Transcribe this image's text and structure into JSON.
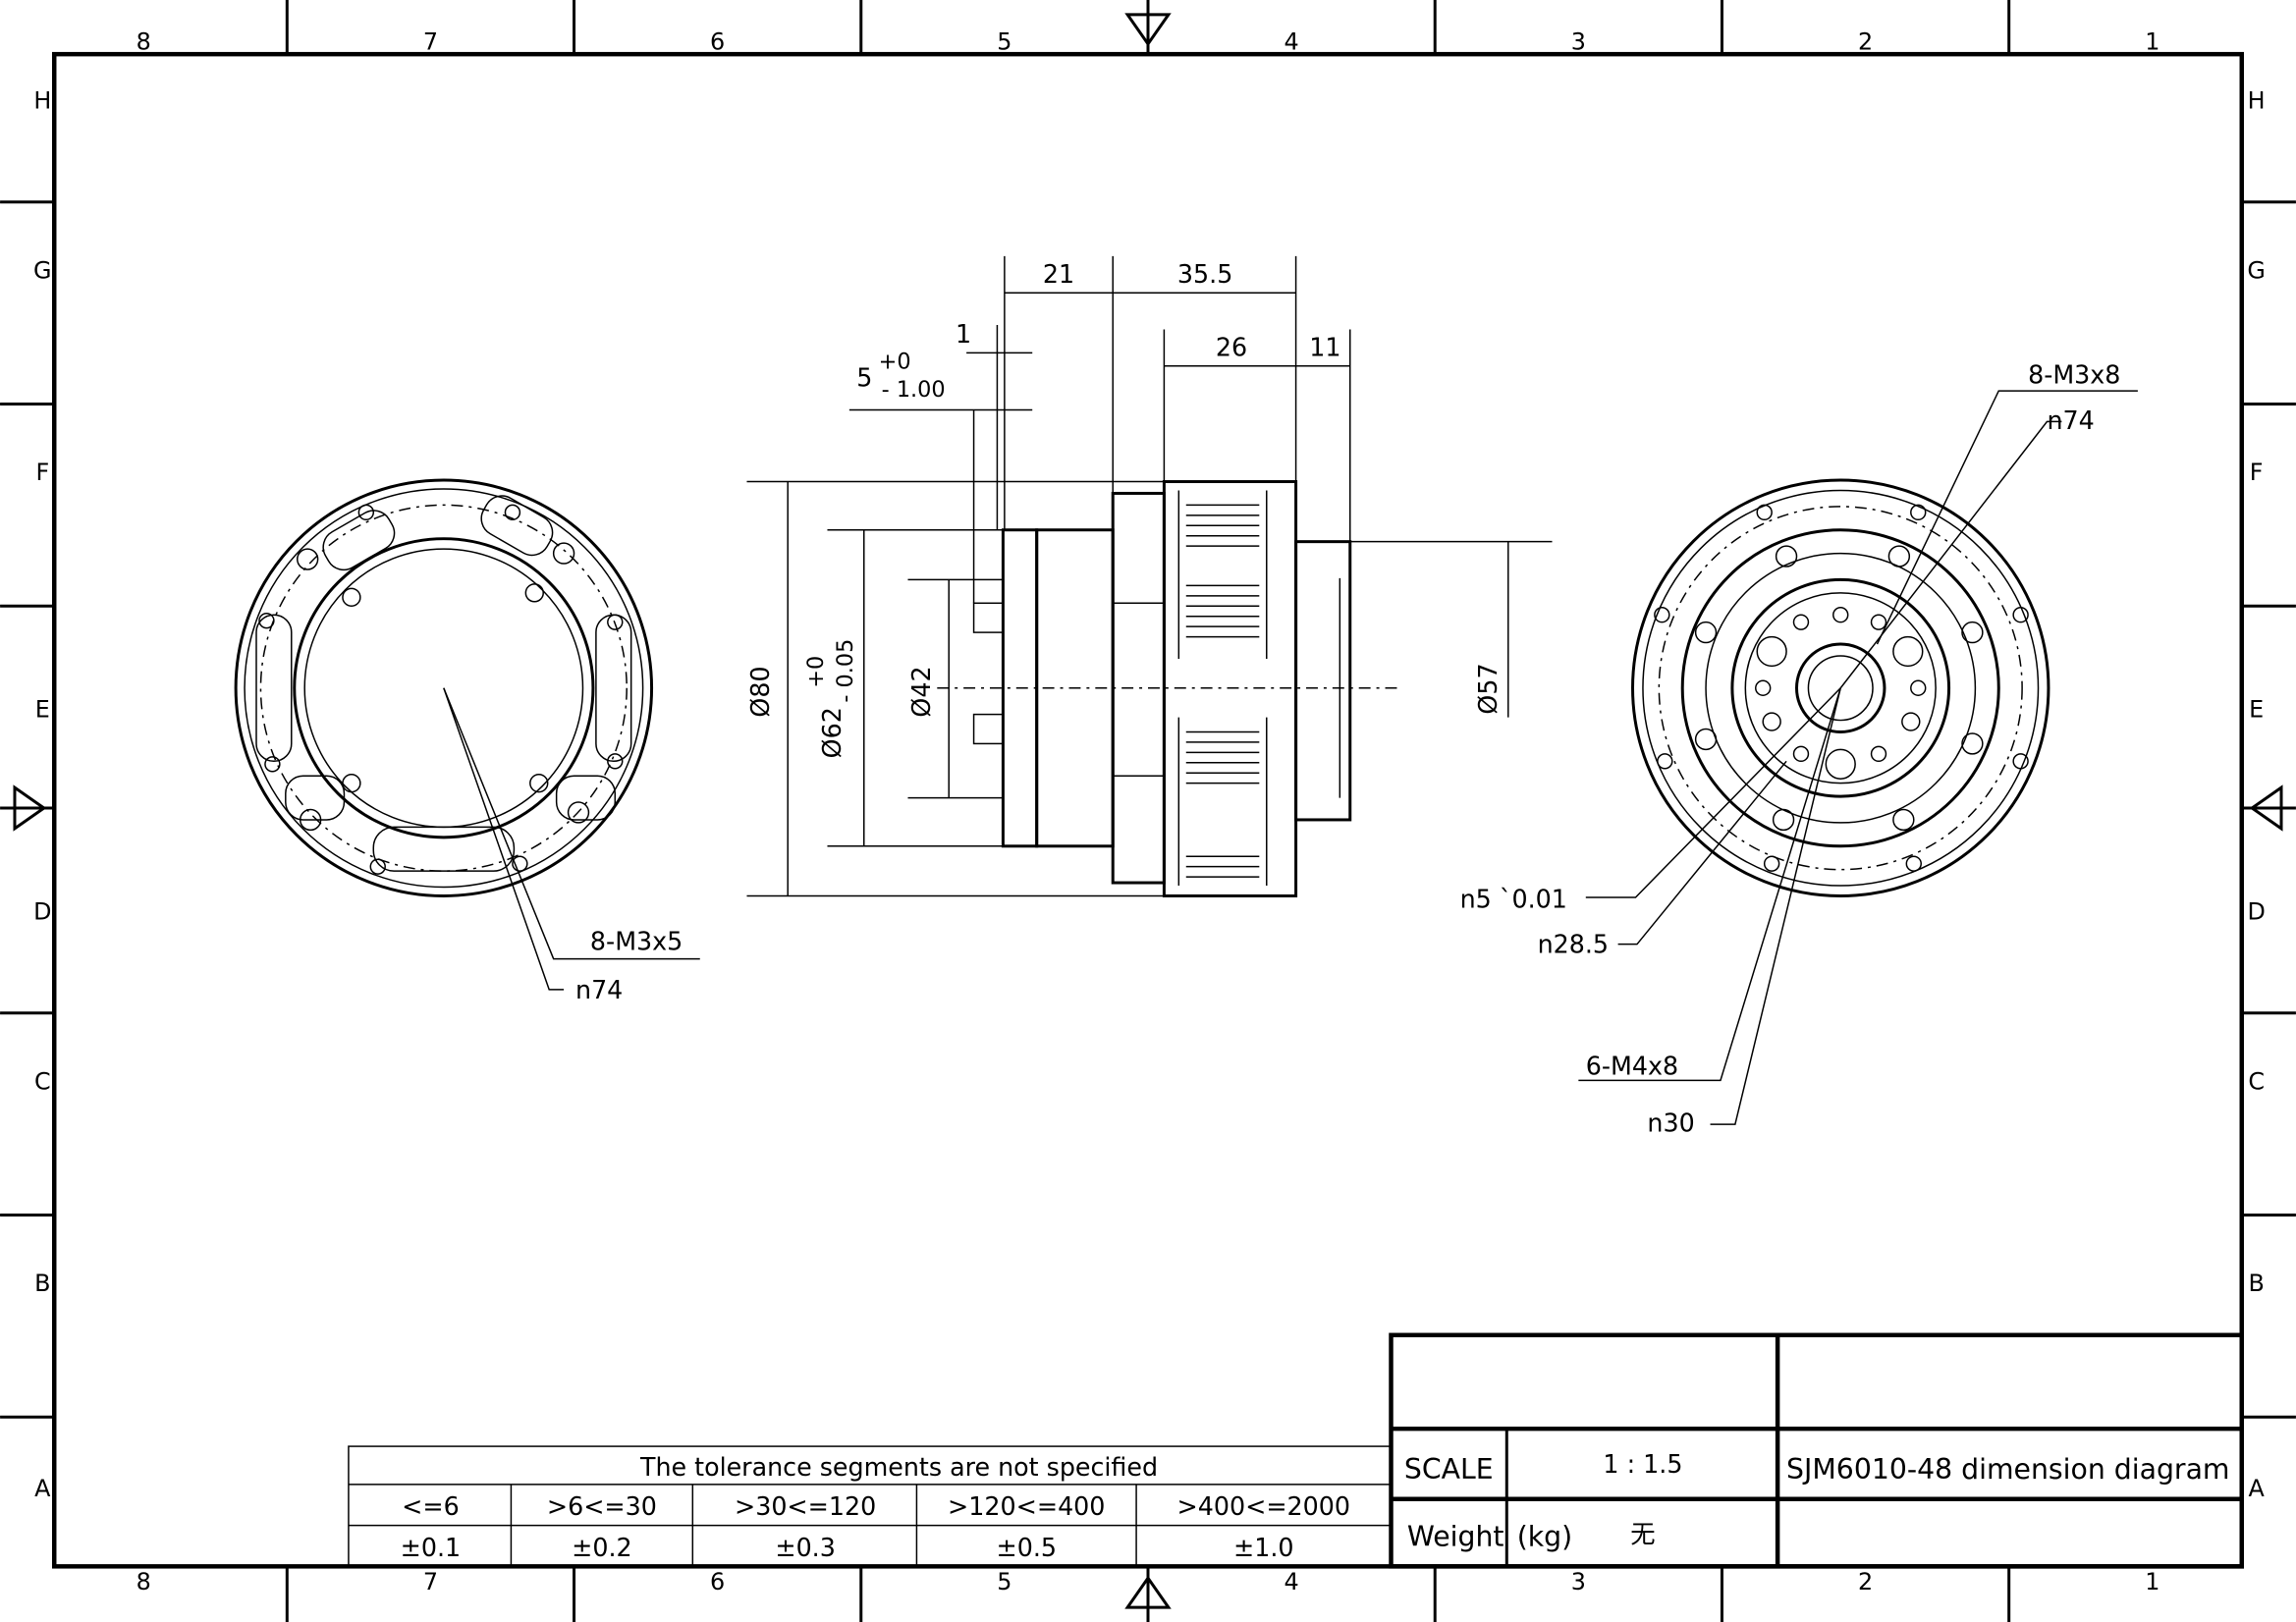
{
  "zones": {
    "columns_top": [
      "8",
      "7",
      "6",
      "5",
      "4",
      "3",
      "2",
      "1"
    ],
    "columns_bottom": [
      "8",
      "7",
      "6",
      "5",
      "4",
      "3",
      "2",
      "1"
    ],
    "rows_left": [
      "H",
      "G",
      "F",
      "E",
      "D",
      "C",
      "B",
      "A"
    ],
    "rows_right": [
      "H",
      "G",
      "F",
      "E",
      "D",
      "C",
      "B",
      "A"
    ]
  },
  "front_view": {
    "callout_thread": "8-M3x5",
    "callout_pcd": "n74"
  },
  "side_view": {
    "dim_21": "21",
    "dim_35_5": "35.5",
    "dim_1": "1",
    "dim_26": "26",
    "dim_11": "11",
    "dim_5": "5",
    "dim_5_tol_upper": "+0",
    "dim_5_tol_lower": "- 1.00",
    "dia_80": "Ø80",
    "dia_62": "Ø62",
    "dia_62_tol_upper": "+0",
    "dia_62_tol_lower": "- 0.05",
    "dia_42": "Ø42",
    "dia_57": "Ø57"
  },
  "rear_view": {
    "callout_thread_top": "8-M3x8",
    "callout_pcd_top": "n74",
    "callout_bore": "n5 `0.01",
    "callout_pcd_28": "n28.5",
    "callout_thread_m4": "6-M4x8",
    "callout_pcd_30": "n30"
  },
  "tolerance_table": {
    "title": "The tolerance segments are not specified",
    "ranges": [
      "<=6",
      ">6<=30",
      ">30<=120",
      ">120<=400",
      ">400<=2000"
    ],
    "tolerances": [
      "±0.1",
      "±0.2",
      "±0.3",
      "±0.5",
      "±1.0"
    ]
  },
  "title_block": {
    "scale_label": "SCALE",
    "scale_value": "1 : 1.5",
    "drawing_title": "SJM6010-48 dimension diagram",
    "weight_label": "Weight",
    "weight_unit": "(kg)",
    "weight_value": "无"
  }
}
